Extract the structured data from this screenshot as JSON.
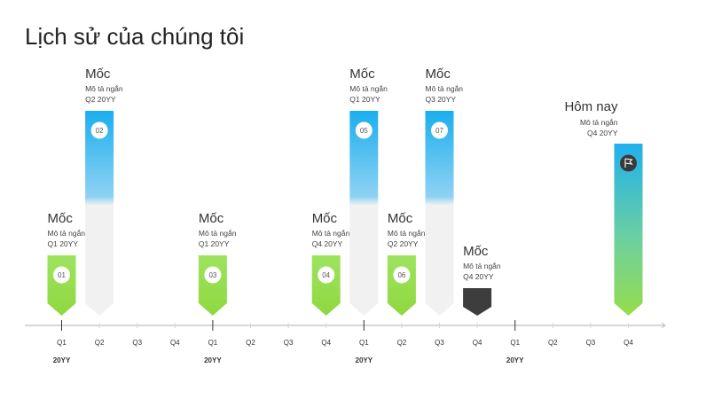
{
  "title": "Lịch sử của chúng tôi",
  "colors": {
    "green_top": "#9be15d",
    "green_bottom": "#8fd840",
    "blue_top": "#1fb0ee",
    "gray_bar": "#f1f1f1",
    "dark": "#3d3d3d",
    "axis": "#bfbfbf"
  },
  "axis": {
    "quarters": [
      "Q1",
      "Q2",
      "Q3",
      "Q4",
      "Q1",
      "Q2",
      "Q3",
      "Q4",
      "Q1",
      "Q2",
      "Q3",
      "Q4",
      "Q1",
      "Q2",
      "Q3",
      "Q4"
    ],
    "years": [
      {
        "label": "20YY",
        "slot": 0
      },
      {
        "label": "20YY",
        "slot": 4
      },
      {
        "label": "20YY",
        "slot": 8
      },
      {
        "label": "20YY",
        "slot": 12
      }
    ]
  },
  "milestones": [
    {
      "id": "m1",
      "style": "green",
      "slot": 0,
      "height": "short",
      "badge": "01",
      "title": "Mốc",
      "desc": "Mô tả ngắn",
      "date": "Q1 20YY",
      "text_side": "right"
    },
    {
      "id": "m2",
      "style": "blue",
      "slot": 1,
      "height": "tall",
      "badge": "02",
      "title": "Mốc",
      "desc": "Mô tả ngắn",
      "date": "Q2 20YY",
      "text_side": "right"
    },
    {
      "id": "m3",
      "style": "green",
      "slot": 4,
      "height": "short",
      "badge": "03",
      "title": "Mốc",
      "desc": "Mô tả ngắn",
      "date": "Q1 20YY",
      "text_side": "right"
    },
    {
      "id": "m4",
      "style": "green",
      "slot": 7,
      "height": "short",
      "badge": "04",
      "title": "Mốc",
      "desc": "Mô tả ngắn",
      "date": "Q4 20YY",
      "text_side": "right"
    },
    {
      "id": "m5",
      "style": "blue",
      "slot": 8,
      "height": "tall",
      "badge": "05",
      "title": "Mốc",
      "desc": "Mô tả ngắn",
      "date": "Q1 20YY",
      "text_side": "right"
    },
    {
      "id": "m6",
      "style": "green",
      "slot": 9,
      "height": "short",
      "badge": "06",
      "title": "Mốc",
      "desc": "Mô tả ngắn",
      "date": "Q2 20YY",
      "text_side": "right"
    },
    {
      "id": "m7",
      "style": "blue",
      "slot": 10,
      "height": "tall",
      "badge": "07",
      "title": "Mốc",
      "desc": "Mô tả ngắn",
      "date": "Q3 20YY",
      "text_side": "right"
    },
    {
      "id": "m8",
      "style": "dark",
      "slot": 11,
      "height": "tiny",
      "badge": "",
      "title": "Mốc",
      "desc": "Mô tả ngắn",
      "date": "Q4 20YY",
      "text_side": "right"
    },
    {
      "id": "m9",
      "style": "today",
      "slot": 15,
      "height": "mid",
      "badge": "flag-icon",
      "title": "Hôm nay",
      "desc": "Mô tả ngắn",
      "date": "Q4 20YY",
      "text_side": "left"
    }
  ]
}
